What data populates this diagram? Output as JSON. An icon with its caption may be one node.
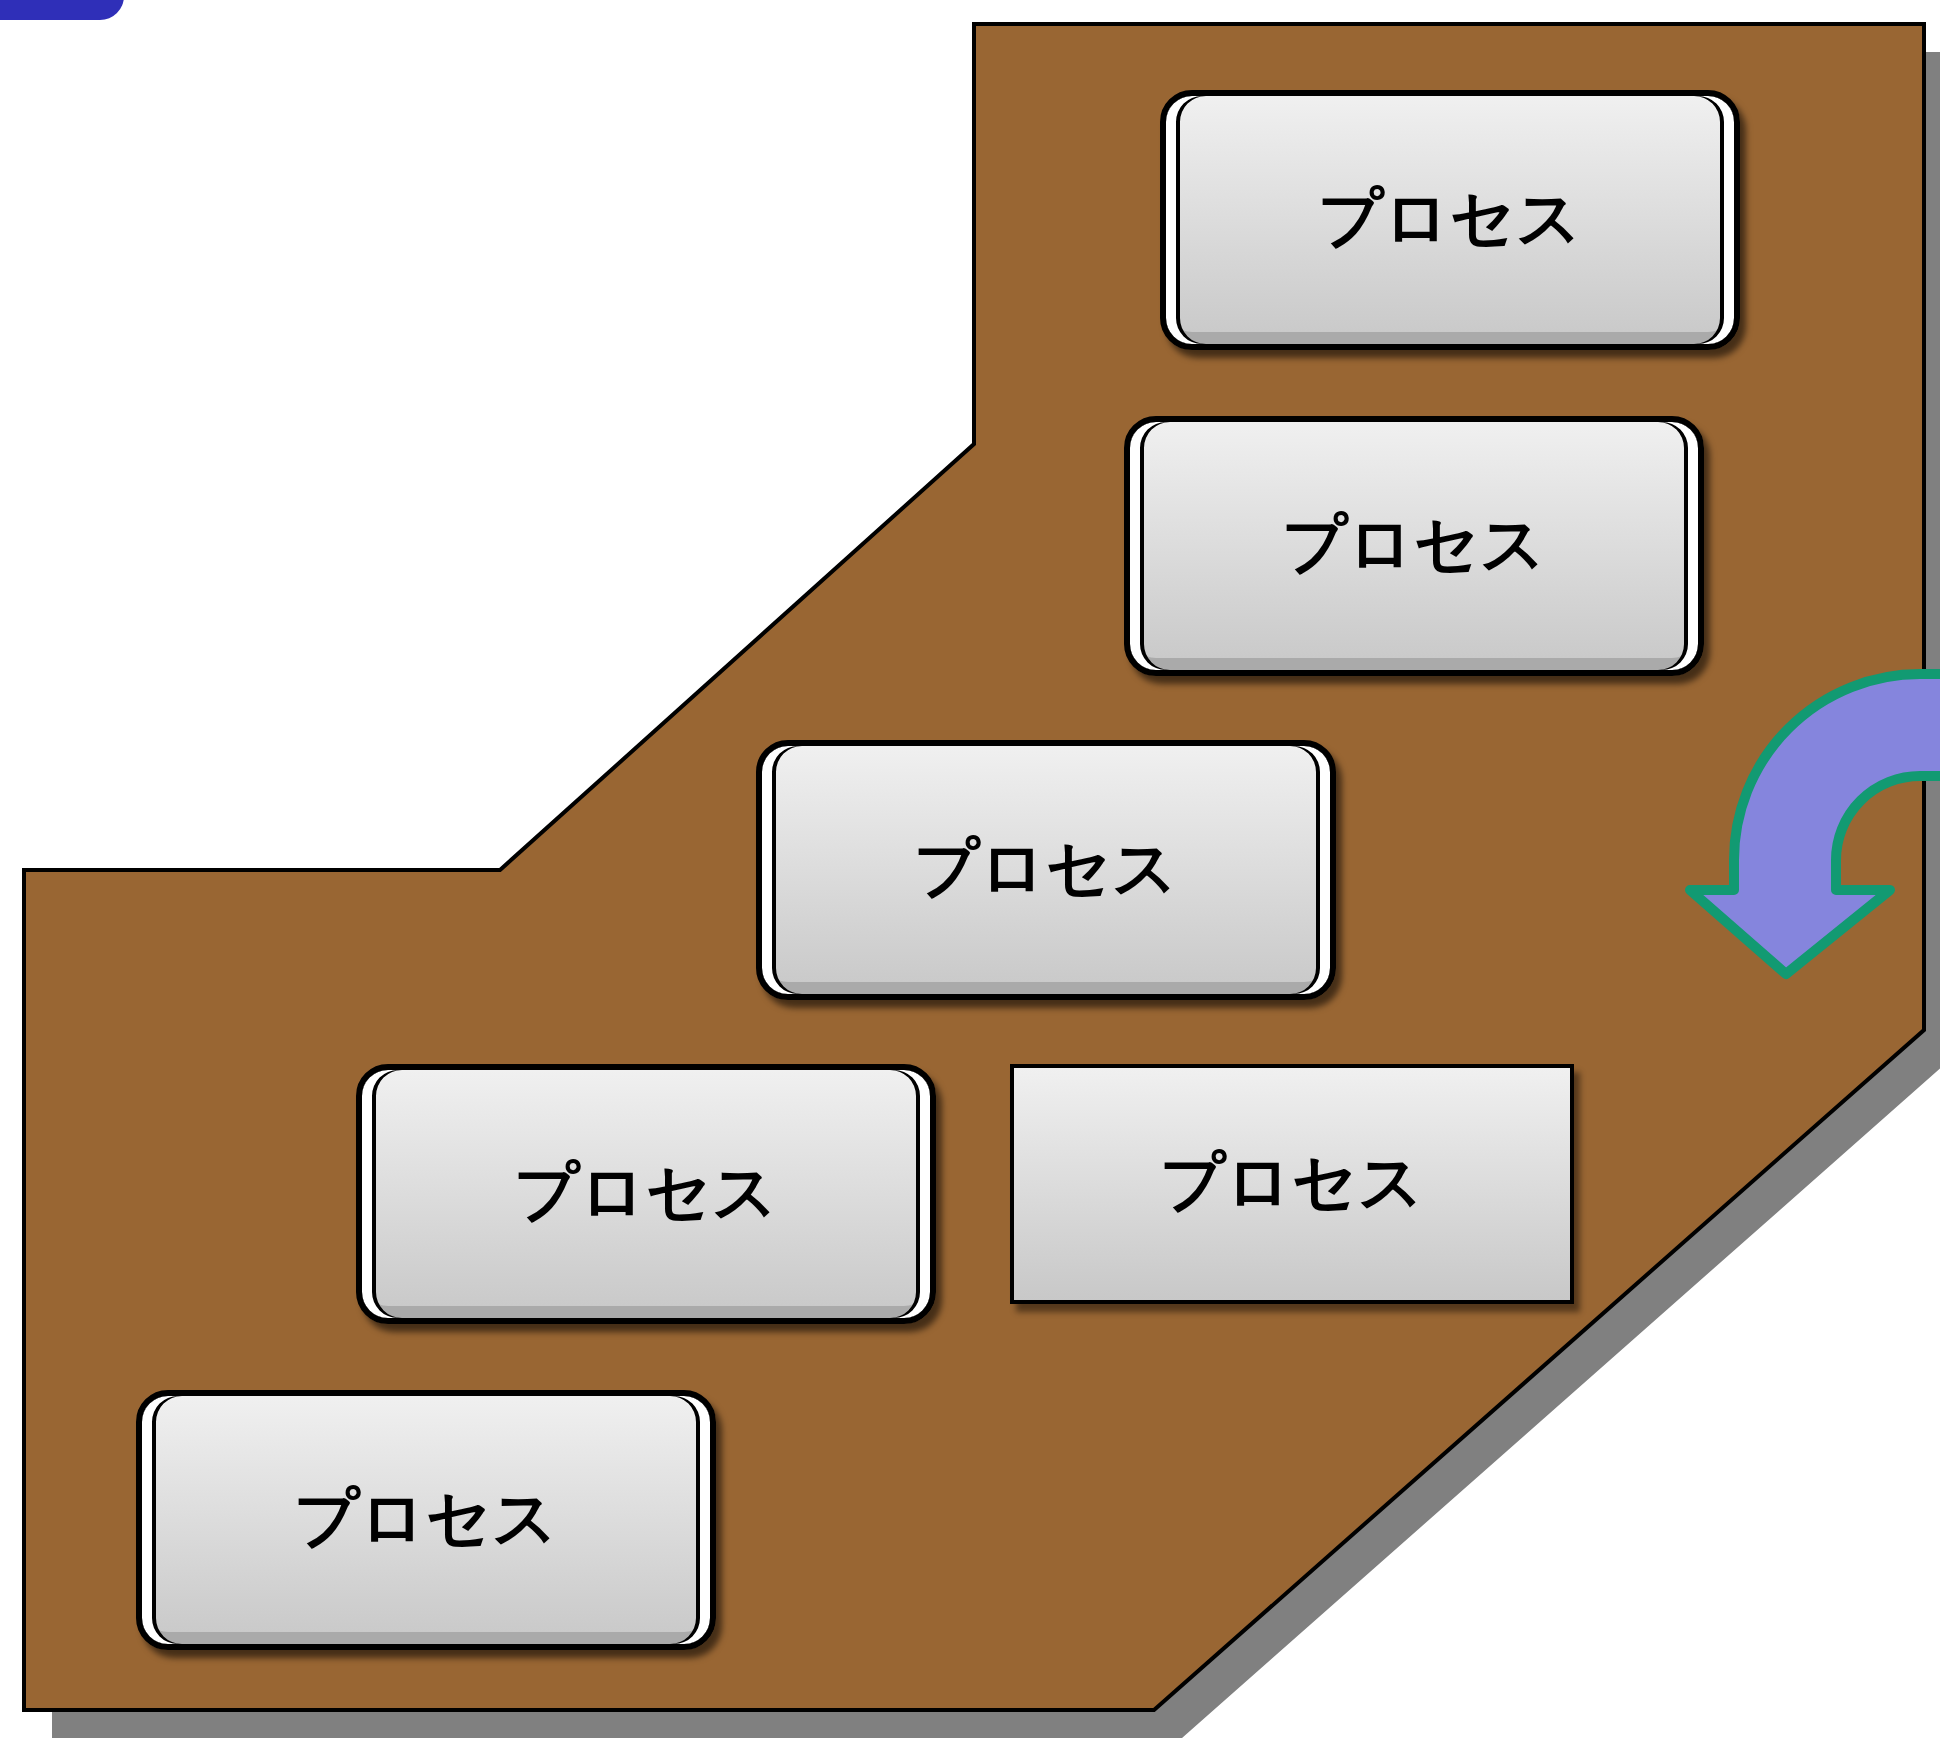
{
  "diagram": {
    "nodes": [
      {
        "text": [
          "プロセス"
        ]
      },
      {
        "text": [
          "プロセス"
        ]
      },
      {
        "text": [
          "プロセス"
        ]
      },
      {
        "text": [
          "プロセス"
        ]
      },
      {
        "text": [
          "プロセス"
        ]
      },
      {
        "text": [
          "プロセス"
        ]
      }
    ]
  }
}
